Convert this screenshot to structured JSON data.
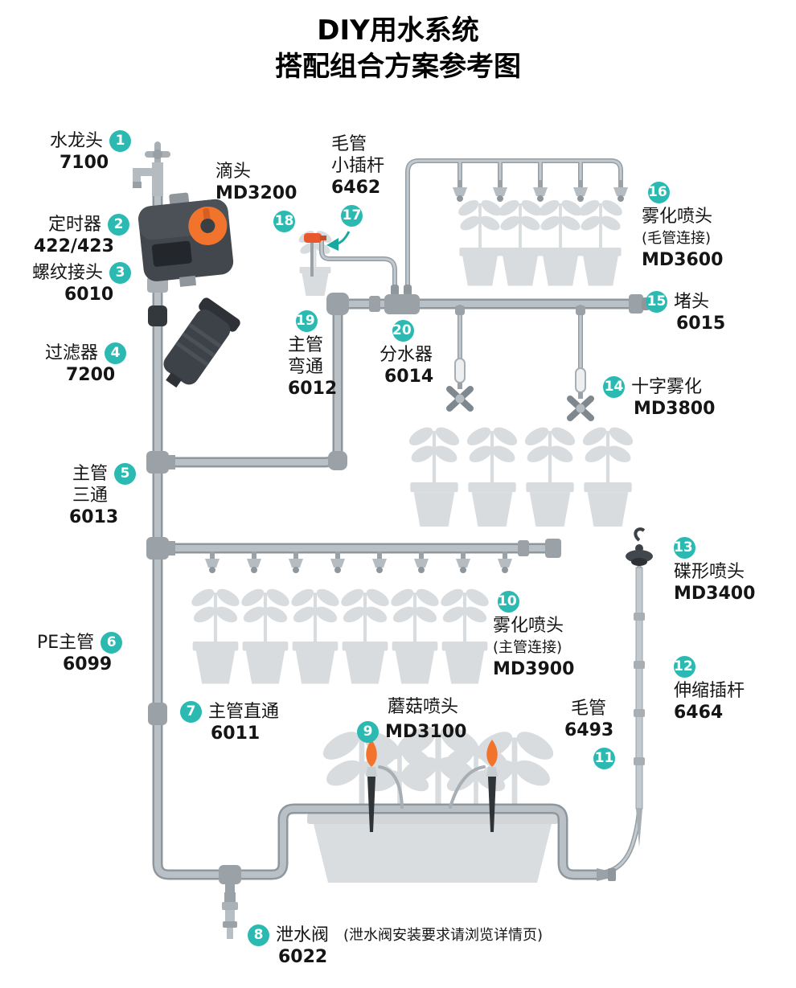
{
  "title": {
    "line1": "DIY用水系统",
    "line2": "搭配组合方案参考图"
  },
  "colors": {
    "badge_teal": "#2cb9b1",
    "accent_orange": "#f2742c",
    "pipe_gray": "#b0b8bd",
    "silhouette_gray": "#d9dcde",
    "device_dark": "#42474d"
  },
  "items": [
    {
      "num": "1",
      "name": "水龙头",
      "model": "7100"
    },
    {
      "num": "2",
      "name": "定时器",
      "model": "422/423"
    },
    {
      "num": "3",
      "name": "螺纹接头",
      "model": "6010"
    },
    {
      "num": "4",
      "name": "过滤器",
      "model": "7200"
    },
    {
      "num": "5",
      "name": "主管",
      "name2": "三通",
      "model": "6013"
    },
    {
      "num": "6",
      "name": "PE主管",
      "model": "6099"
    },
    {
      "num": "7",
      "name": "主管直通",
      "model": "6011"
    },
    {
      "num": "8",
      "name": "泄水阀",
      "model": "6022",
      "note": "(泄水阀安装要求请浏览详情页)"
    },
    {
      "num": "9",
      "name": "蘑菇喷头",
      "model": "MD3100"
    },
    {
      "num": "10",
      "name": "雾化喷头",
      "sub": "(主管连接)",
      "model": "MD3900"
    },
    {
      "num": "11",
      "name": "毛管",
      "model": "6493"
    },
    {
      "num": "12",
      "name": "伸缩插杆",
      "model": "6464"
    },
    {
      "num": "13",
      "name": "碟形喷头",
      "model": "MD3400"
    },
    {
      "num": "14",
      "name": "十字雾化",
      "model": "MD3800"
    },
    {
      "num": "15",
      "name": "堵头",
      "model": "6015"
    },
    {
      "num": "16",
      "name": "雾化喷头",
      "sub": "(毛管连接)",
      "model": "MD3600"
    },
    {
      "num": "17",
      "name": "毛管",
      "name2": "小插杆",
      "model": "6462"
    },
    {
      "num": "18",
      "name": "滴头",
      "model": "MD3200"
    },
    {
      "num": "19",
      "name": "主管",
      "name2": "弯通",
      "model": "6012"
    },
    {
      "num": "20",
      "name": "分水器",
      "model": "6014"
    }
  ]
}
